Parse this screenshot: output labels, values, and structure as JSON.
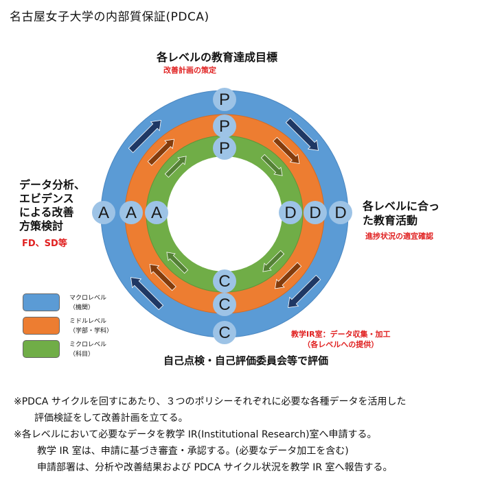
{
  "title": "名古屋女子大学の内部質保証(PDCA)",
  "plan": {
    "heading": "各レベルの教育達成目標",
    "sub": "改善計画の策定"
  },
  "do": {
    "heading_lines": [
      "各レベルに合っ",
      "た教育活動"
    ],
    "sub": "進捗状況の適宜確認"
  },
  "check": {
    "heading": "自己点検・自己評価委員会等で評価",
    "sub_lines": [
      "教学IR室：データ収集・加工",
      "（各レベルへの提供）"
    ]
  },
  "act": {
    "heading_lines": [
      "データ分析、",
      "エビデンス",
      "による改善",
      "方策検討"
    ],
    "sub": "FD、SD等"
  },
  "letters": {
    "p": "P",
    "d": "D",
    "c": "C",
    "a": "A"
  },
  "legend": [
    {
      "name": "マクロレベル",
      "detail": "（機関）",
      "color": "#5b9bd5"
    },
    {
      "name": "ミドルレベル",
      "detail": "（学部・学科）",
      "color": "#ed7d31"
    },
    {
      "name": "ミクロレベル",
      "detail": "（科目）",
      "color": "#70ad47"
    }
  ],
  "colors": {
    "macro_ring": "#5b9bd5",
    "middle_ring": "#ed7d31",
    "micro_ring": "#70ad47",
    "macro_arrow": "#1f3864",
    "middle_arrow": "#843c0c",
    "micro_arrow": "#548235",
    "letter_circle": "#9dc3e6",
    "accent_red": "#e02020"
  },
  "notes": [
    "※PDCA サイクルを回すにあたり、３つのポリシーそれぞれに必要な各種データを活用した",
    "評価検証をして改善計画を立てる。",
    "※各レベルにおいて必要なデータを教学 IR(Institutional Research)室へ申請する。",
    "教学 IR 室は、申請に基づき審査・承認する。(必要なデータ加工を含む)",
    "申請部署は、分析や改善結果および PDCA サイクル状況を教学 IR 室へ報告する。"
  ]
}
